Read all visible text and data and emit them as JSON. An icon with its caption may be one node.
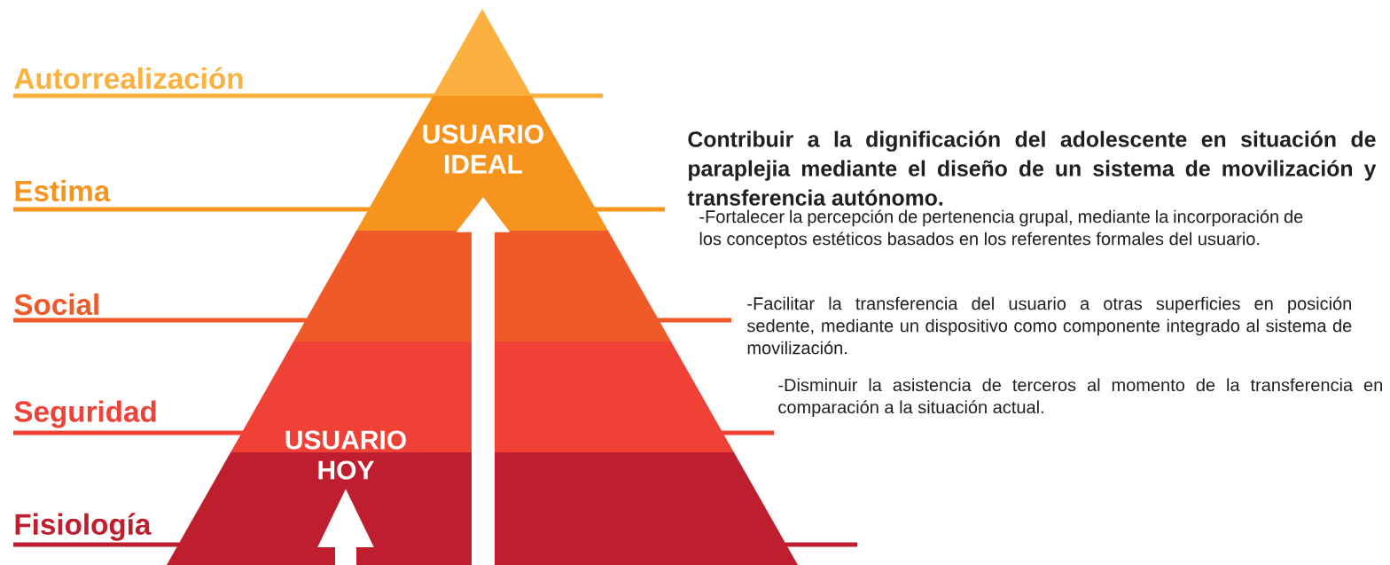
{
  "diagram": {
    "nodes": [
      {
        "text": [
          "USUARIO IDEAL"
        ]
      },
      {
        "text": [
          "USUARIO HOY"
        ]
      }
    ],
    "edges": [
      {
        "from": null,
        "to": 0,
        "arrow": "to"
      },
      {
        "from": null,
        "to": 1,
        "arrow": "to"
      }
    ],
    "labels": [
      "Autorrealización",
      "Contribuir a la dignificación del adolescente en situación de paraplejia mediante el diseño de un sistema de movilización y transferencia autónomo.",
      "Estima",
      "-Fortalecer la percepción de pertenencia grupal, mediante la incorporación de los conceptos estéticos basados en los referentes formales del usuario.",
      "Social",
      "-Facilitar la transferencia del usuario a otras superficies en posición sedente, mediante un dispositivo como componente integrado al sistema de movilización.",
      "Seguridad",
      "-Disminuir la asistencia de terceros al momento de la transferencia en comparación a la situación actual.",
      "Fisiología"
    ]
  }
}
